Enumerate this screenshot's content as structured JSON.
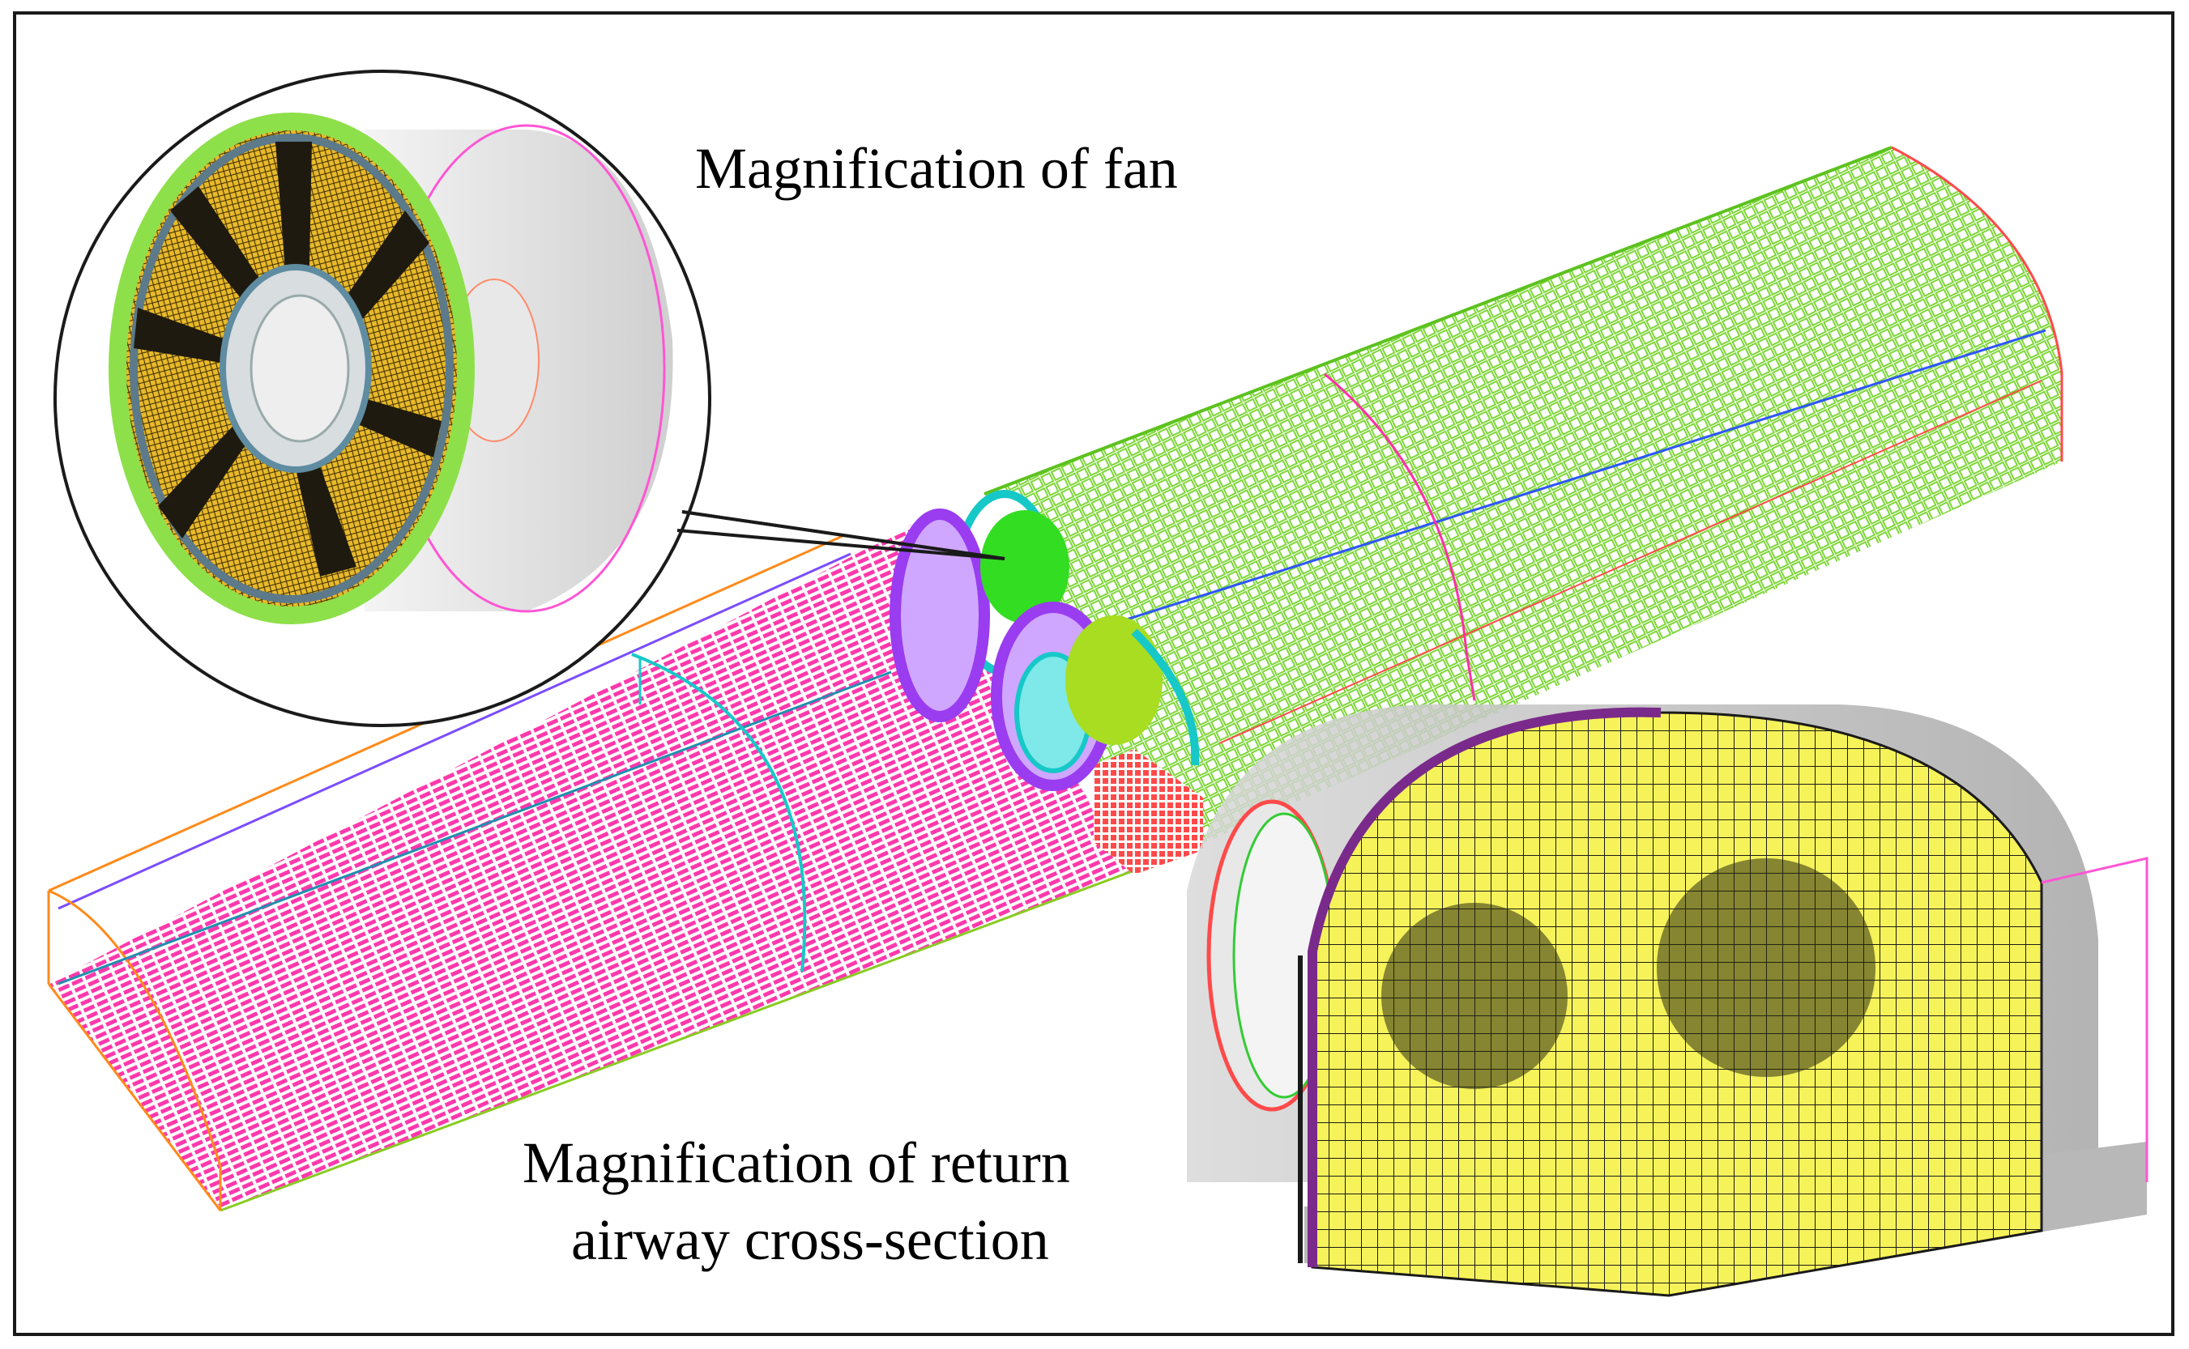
{
  "labels": {
    "fan_caption": "Magnification of fan",
    "return_caption_line1": "Magnification of return",
    "return_caption_line2": "airway cross-section"
  },
  "colors": {
    "frame": "#1a1a1a",
    "fan_outlet_mesh": "#8ee04a",
    "fan_outlet_lines": "#5cc21e",
    "inlet_mesh": "#ff2fa8",
    "fan_ring": "#9a3cf0",
    "fan_hub": "#16c8c8",
    "fan_disc": "#33dd22",
    "blade_yellow": "#e8b92a",
    "section_yellow": "#f6f35a",
    "section_grey": "#bcbcbc",
    "red_block": "#ff4a4a"
  }
}
